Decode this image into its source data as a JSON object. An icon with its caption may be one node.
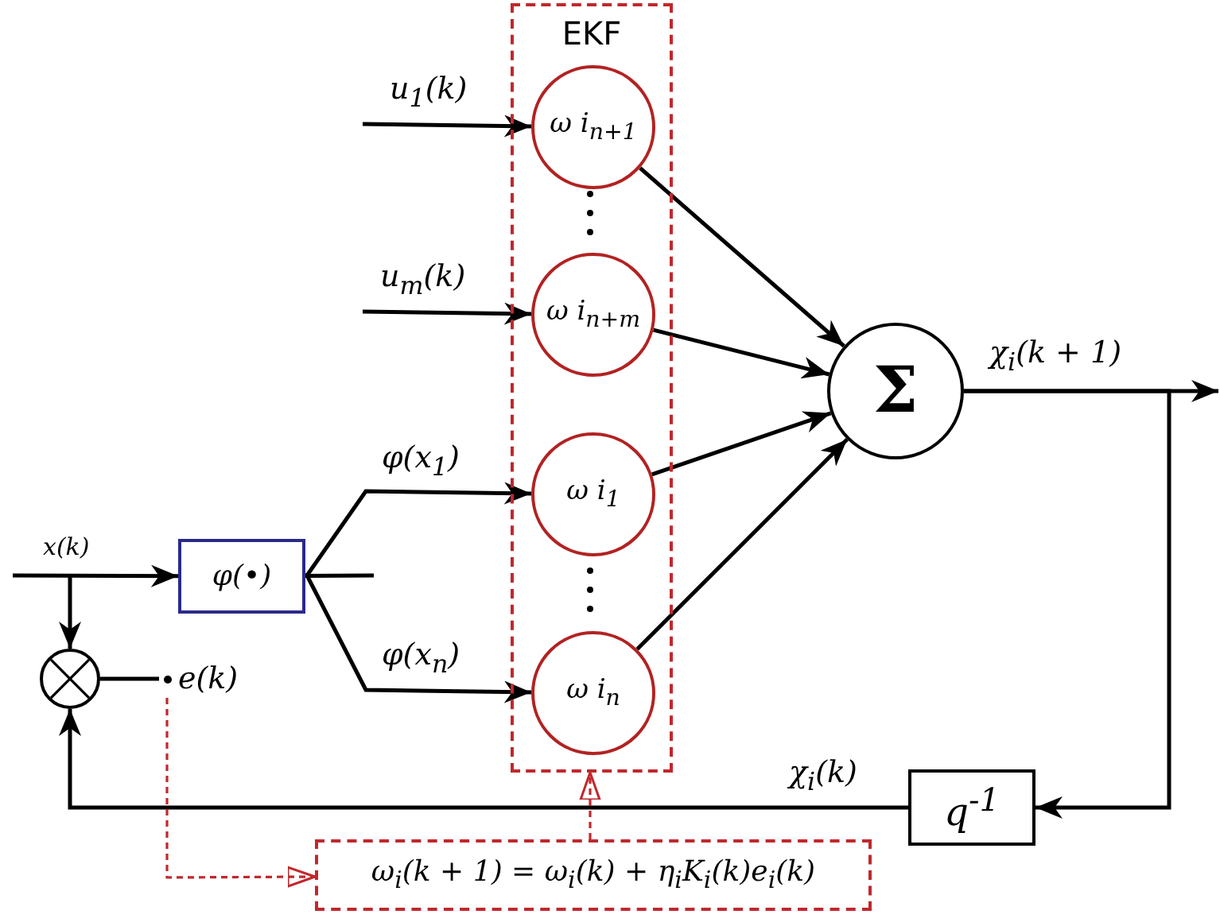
{
  "diagram": {
    "nodes": [
      {
        "text": [
          "EKF"
        ]
      },
      {
        "text": [
          "ω i$_{n+1}$"
        ],
        "in": 0
      },
      {
        "text": [
          "ω i$_{n+m}$"
        ],
        "in": 0
      },
      {
        "text": [
          "ω i$_{1}$"
        ],
        "in": 0
      },
      {
        "text": [
          "ω i$_{n}$"
        ],
        "in": 0
      },
      {
        "text": [
          "Σ"
        ]
      },
      {
        "text": [
          "φ(•)"
        ]
      },
      {
        "text": [],
        "shape": "circle"
      },
      {
        "text": [
          "q$^{-1}$"
        ]
      },
      {
        "text": [
          "ω$_{i}$(k + 1) = ω$_{i}$(k) + η$_{i}$K$_{i}$(k)e$_{i}$(k)"
        ]
      },
      {
        "text": [
          "e(k)"
        ]
      }
    ],
    "edges": [
      {
        "from": null,
        "to": 1,
        "arrow": "to",
        "label": "u$_{1}$(k)"
      },
      {
        "from": null,
        "to": 2,
        "arrow": "to",
        "label": "u$_{m}$(k)"
      },
      {
        "from": 6,
        "to": 3,
        "arrow": "to",
        "label": "φ(x$_{1}$)"
      },
      {
        "from": 6,
        "to": 4,
        "arrow": "to",
        "label": "φ(x$_{n}$)"
      },
      {
        "from": 6,
        "to": null,
        "arrow": "none"
      },
      {
        "from": 1,
        "to": 5,
        "arrow": "to"
      },
      {
        "from": 2,
        "to": 5,
        "arrow": "to"
      },
      {
        "from": 3,
        "to": 5,
        "arrow": "to"
      },
      {
        "from": 4,
        "to": 5,
        "arrow": "to"
      },
      {
        "from": 5,
        "to": null,
        "arrow": "to",
        "label": "χ$_{i}$(k + 1)"
      },
      {
        "from": 5,
        "to": 8,
        "arrow": "to"
      },
      {
        "from": 8,
        "to": 7,
        "arrow": "to",
        "label": "χ$_{i}$(k)"
      },
      {
        "from": null,
        "to": 6,
        "arrow": "to",
        "label": "x(k)"
      },
      {
        "from": null,
        "to": 7,
        "arrow": "to"
      },
      {
        "from": 7,
        "to": 10,
        "arrow": "none"
      },
      {
        "from": 10,
        "to": 9,
        "arrow": "to",
        "style": "dashed",
        "color": "#c0282d"
      },
      {
        "from": 9,
        "to": 0,
        "arrow": "to",
        "style": "dashed",
        "color": "#c0282d"
      }
    ]
  }
}
